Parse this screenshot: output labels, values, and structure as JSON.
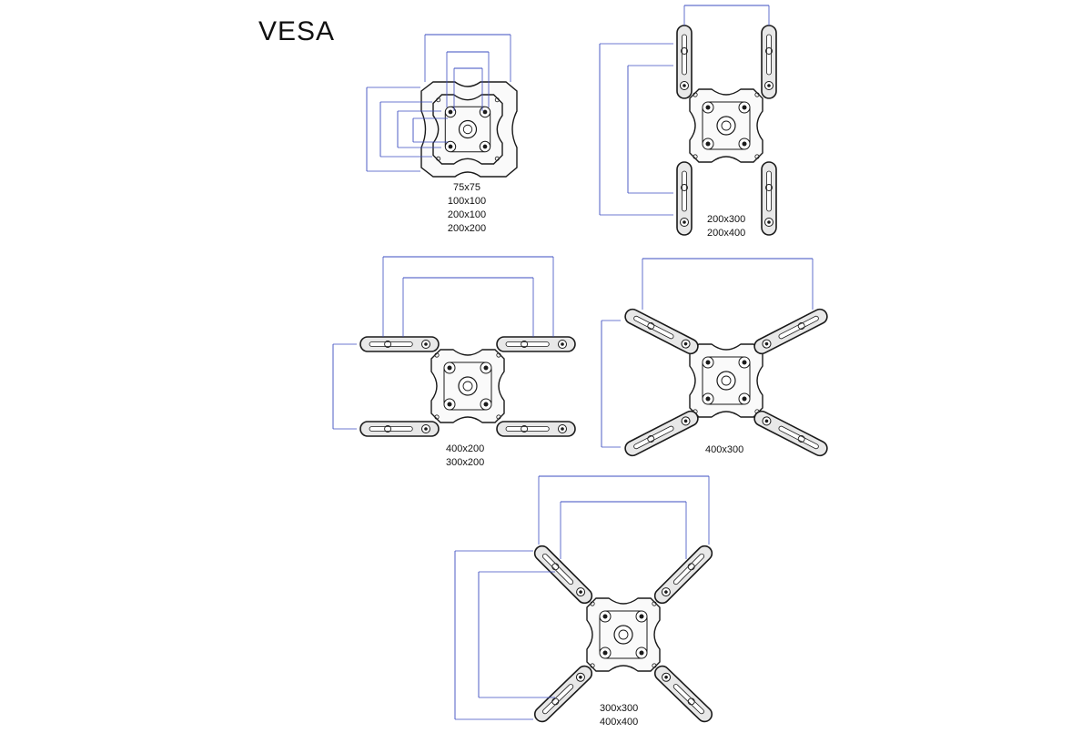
{
  "title": "VESA",
  "colors": {
    "dimension": "#3b4cc0",
    "outline": "#1a1a1a",
    "arm_fill": "#e8e8e8"
  },
  "patterns": [
    {
      "id": "small-plate",
      "labels": [
        "75x75",
        "100x100",
        "200x100",
        "200x200"
      ]
    },
    {
      "id": "vertical-arms",
      "labels": [
        "200x300",
        "200x400"
      ]
    },
    {
      "id": "horizontal-arms",
      "labels": [
        "400x200",
        "300x200"
      ]
    },
    {
      "id": "diagonal-arms-wide",
      "labels": [
        "400x300"
      ]
    },
    {
      "id": "diagonal-arms-square",
      "labels": [
        "300x300",
        "400x400"
      ]
    }
  ]
}
